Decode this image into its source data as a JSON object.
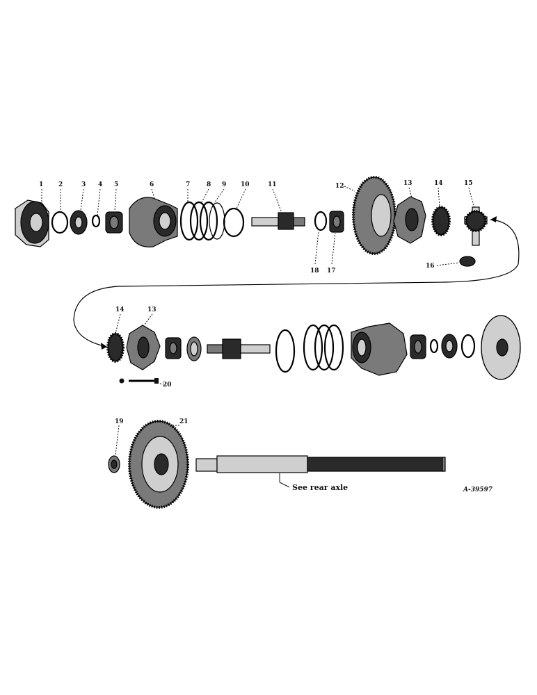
{
  "callouts": [
    {
      "id": "p1",
      "text": "1"
    },
    {
      "id": "p2",
      "text": "2"
    },
    {
      "id": "p3",
      "text": "3"
    },
    {
      "id": "p4",
      "text": "4"
    },
    {
      "id": "p5",
      "text": "5"
    },
    {
      "id": "p6",
      "text": "6"
    },
    {
      "id": "p7",
      "text": "7"
    },
    {
      "id": "p8",
      "text": "8"
    },
    {
      "id": "p9",
      "text": "9"
    },
    {
      "id": "p10",
      "text": "10"
    },
    {
      "id": "p11",
      "text": "11"
    },
    {
      "id": "p12",
      "text": "12"
    },
    {
      "id": "p13a",
      "text": "13"
    },
    {
      "id": "p14a",
      "text": "14"
    },
    {
      "id": "p15",
      "text": "15"
    },
    {
      "id": "p16",
      "text": "16"
    },
    {
      "id": "p17",
      "text": "17"
    },
    {
      "id": "p18",
      "text": "18"
    },
    {
      "id": "p14b",
      "text": "14"
    },
    {
      "id": "p13b",
      "text": "13"
    },
    {
      "id": "p20",
      "text": "20"
    },
    {
      "id": "p19",
      "text": "19"
    },
    {
      "id": "p21",
      "text": "21"
    }
  ],
  "note": "See rear axle",
  "drawing_number": "A-39597"
}
